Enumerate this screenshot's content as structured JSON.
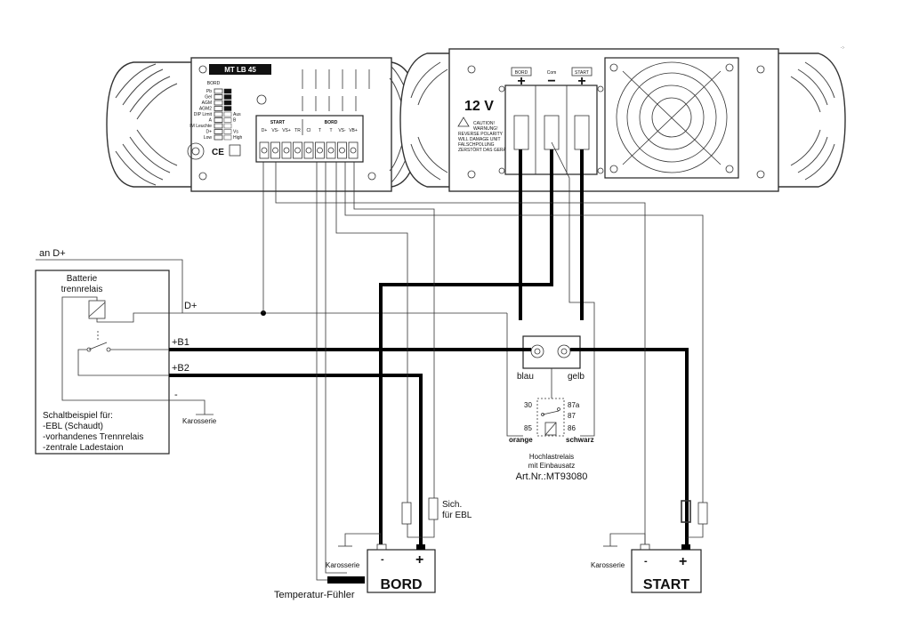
{
  "charger": {
    "model_label": "MT LB 45",
    "voltage_label": "12 V",
    "dip_header": "BORD",
    "dip_left_labels": [
      "Pb",
      "Gel",
      "AGM",
      "AGM2",
      "DIP Limit",
      "A",
      "IM Leuchte",
      "D+",
      "Low"
    ],
    "dip_right_labels": [
      "",
      "",
      "",
      "",
      "Aus",
      "B",
      "",
      "Vs",
      "High"
    ],
    "terminal_start_label": "START",
    "terminal_bord_label": "BORD",
    "terminal_pins": [
      "D+",
      "VS-",
      "VS+",
      "TR",
      "CI",
      "T",
      "T",
      "VS-",
      "VB+"
    ],
    "ce_mark": "CE",
    "terminal_top_labels": [
      "BORD",
      "Com",
      "START"
    ],
    "terminal_signs": [
      "+",
      "−",
      "+"
    ],
    "warning_text": [
      "CAUTION!",
      "WARNUNG!",
      "REVERSE POLARITY",
      "WILL DAMAGE UNIT",
      "FALSCHPOLUNG",
      "ZERSTÖRT DAS GERÄT"
    ]
  },
  "relay_box": {
    "title_line1": "Batterie",
    "title_line2": "trennrelais",
    "an_d_label": "an D+",
    "d_plus_label": "D+",
    "b1_label": "+B1",
    "b2_label": "+B2",
    "minus_label": "-",
    "karosserie_label": "Karosserie",
    "example_lines": [
      "Schaltbeispiel für:",
      "-EBL (Schaudt)",
      "-vorhandenes Trennrelais",
      "-zentrale Ladestaion"
    ]
  },
  "hochlast_relay": {
    "left_terminal": "blau",
    "right_terminal": "gelb",
    "pin_30": "30",
    "pin_87a": "87a",
    "pin_87": "87",
    "pin_85": "85",
    "pin_86": "86",
    "wire_85": "orange",
    "wire_86": "schwarz",
    "caption_line1": "Hochlastrelais",
    "caption_line2": "mit Einbausatz",
    "article": "Art.Nr.:MT93080"
  },
  "bord_battery": {
    "name": "BORD",
    "minus": "-",
    "plus": "+",
    "fuse_label_line1": "Sich.",
    "fuse_label_line2": "für EBL",
    "karosserie_label": "Karosserie",
    "temp_sensor_label": "Temperatur-Fühler"
  },
  "start_battery": {
    "name": "START",
    "minus": "-",
    "plus": "+",
    "karosserie_label": "Karosserie"
  },
  "corner_marks": "·:·"
}
